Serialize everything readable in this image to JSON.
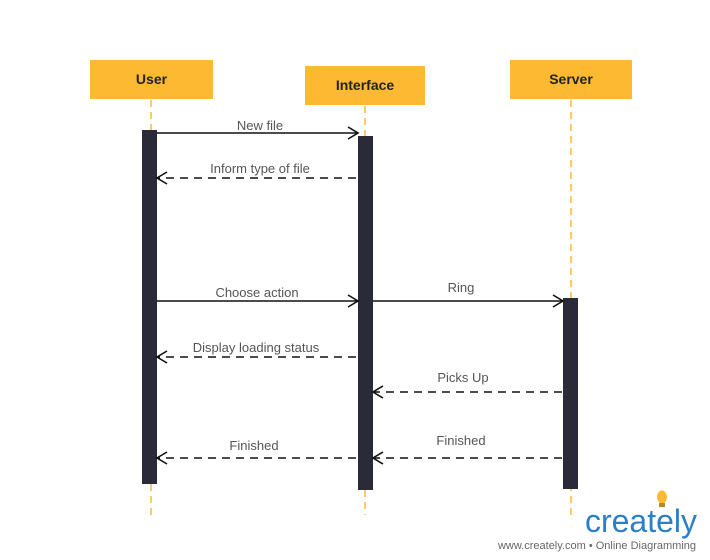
{
  "colors": {
    "actor_fill": "#fdb931",
    "activation_fill": "#2a2a38",
    "lifeline": "#fdb931",
    "message": "#111111",
    "brand_blue": "#2b7fc8",
    "bulb": "#fdb931"
  },
  "actors": [
    {
      "id": "user",
      "label": "User"
    },
    {
      "id": "interface",
      "label": "Interface"
    },
    {
      "id": "server",
      "label": "Server"
    }
  ],
  "messages": [
    {
      "label": "New file",
      "from": "user",
      "to": "interface",
      "style": "solid"
    },
    {
      "label": "Inform type of file",
      "from": "interface",
      "to": "user",
      "style": "dashed"
    },
    {
      "label": "Choose action",
      "from": "user",
      "to": "interface",
      "style": "solid"
    },
    {
      "label": "Ring",
      "from": "interface",
      "to": "server",
      "style": "solid"
    },
    {
      "label": "Display loading status",
      "from": "interface",
      "to": "user",
      "style": "dashed"
    },
    {
      "label": "Picks Up",
      "from": "server",
      "to": "interface",
      "style": "dashed"
    },
    {
      "label": "Finished",
      "from": "server",
      "to": "interface",
      "style": "dashed"
    },
    {
      "label": "Finished",
      "from": "interface",
      "to": "user",
      "style": "dashed"
    }
  ],
  "branding": {
    "logo_text": "creately",
    "tagline": "www.creately.com • Online Diagramming"
  }
}
